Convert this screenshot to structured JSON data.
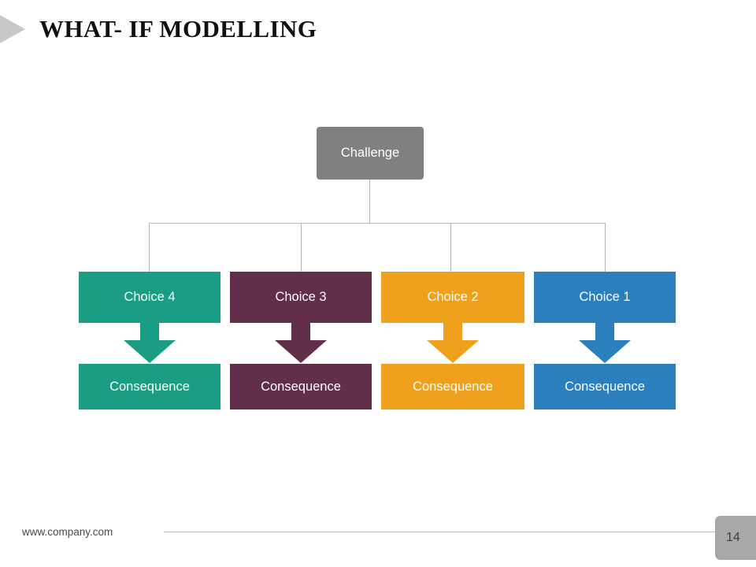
{
  "slide": {
    "title": "WHAT- IF MODELLING",
    "page_number": "14",
    "footer_url": "www.company.com"
  },
  "colors": {
    "challenge": "#808080",
    "teal": "#1a9d83",
    "maroon": "#622f4b",
    "orange": "#efa01c",
    "blue": "#2b7fbc",
    "connector": "#b6b6b6",
    "title_arrow": "#c8c8c8",
    "page_badge": "#a8a8a8"
  },
  "diagram": {
    "type": "tree",
    "root": {
      "label": "Challenge",
      "color_key": "challenge"
    },
    "branches": [
      {
        "choice_label": "Choice 4",
        "consequence_label": "Consequence",
        "color_key": "teal",
        "color": "#1a9d83"
      },
      {
        "choice_label": "Choice 3",
        "consequence_label": "Consequence",
        "color_key": "maroon",
        "color": "#622f4b"
      },
      {
        "choice_label": "Choice 2",
        "consequence_label": "Consequence",
        "color_key": "orange",
        "color": "#efa01c"
      },
      {
        "choice_label": "Choice 1",
        "consequence_label": "Consequence",
        "color_key": "blue",
        "color": "#2b7fbc"
      }
    ]
  }
}
